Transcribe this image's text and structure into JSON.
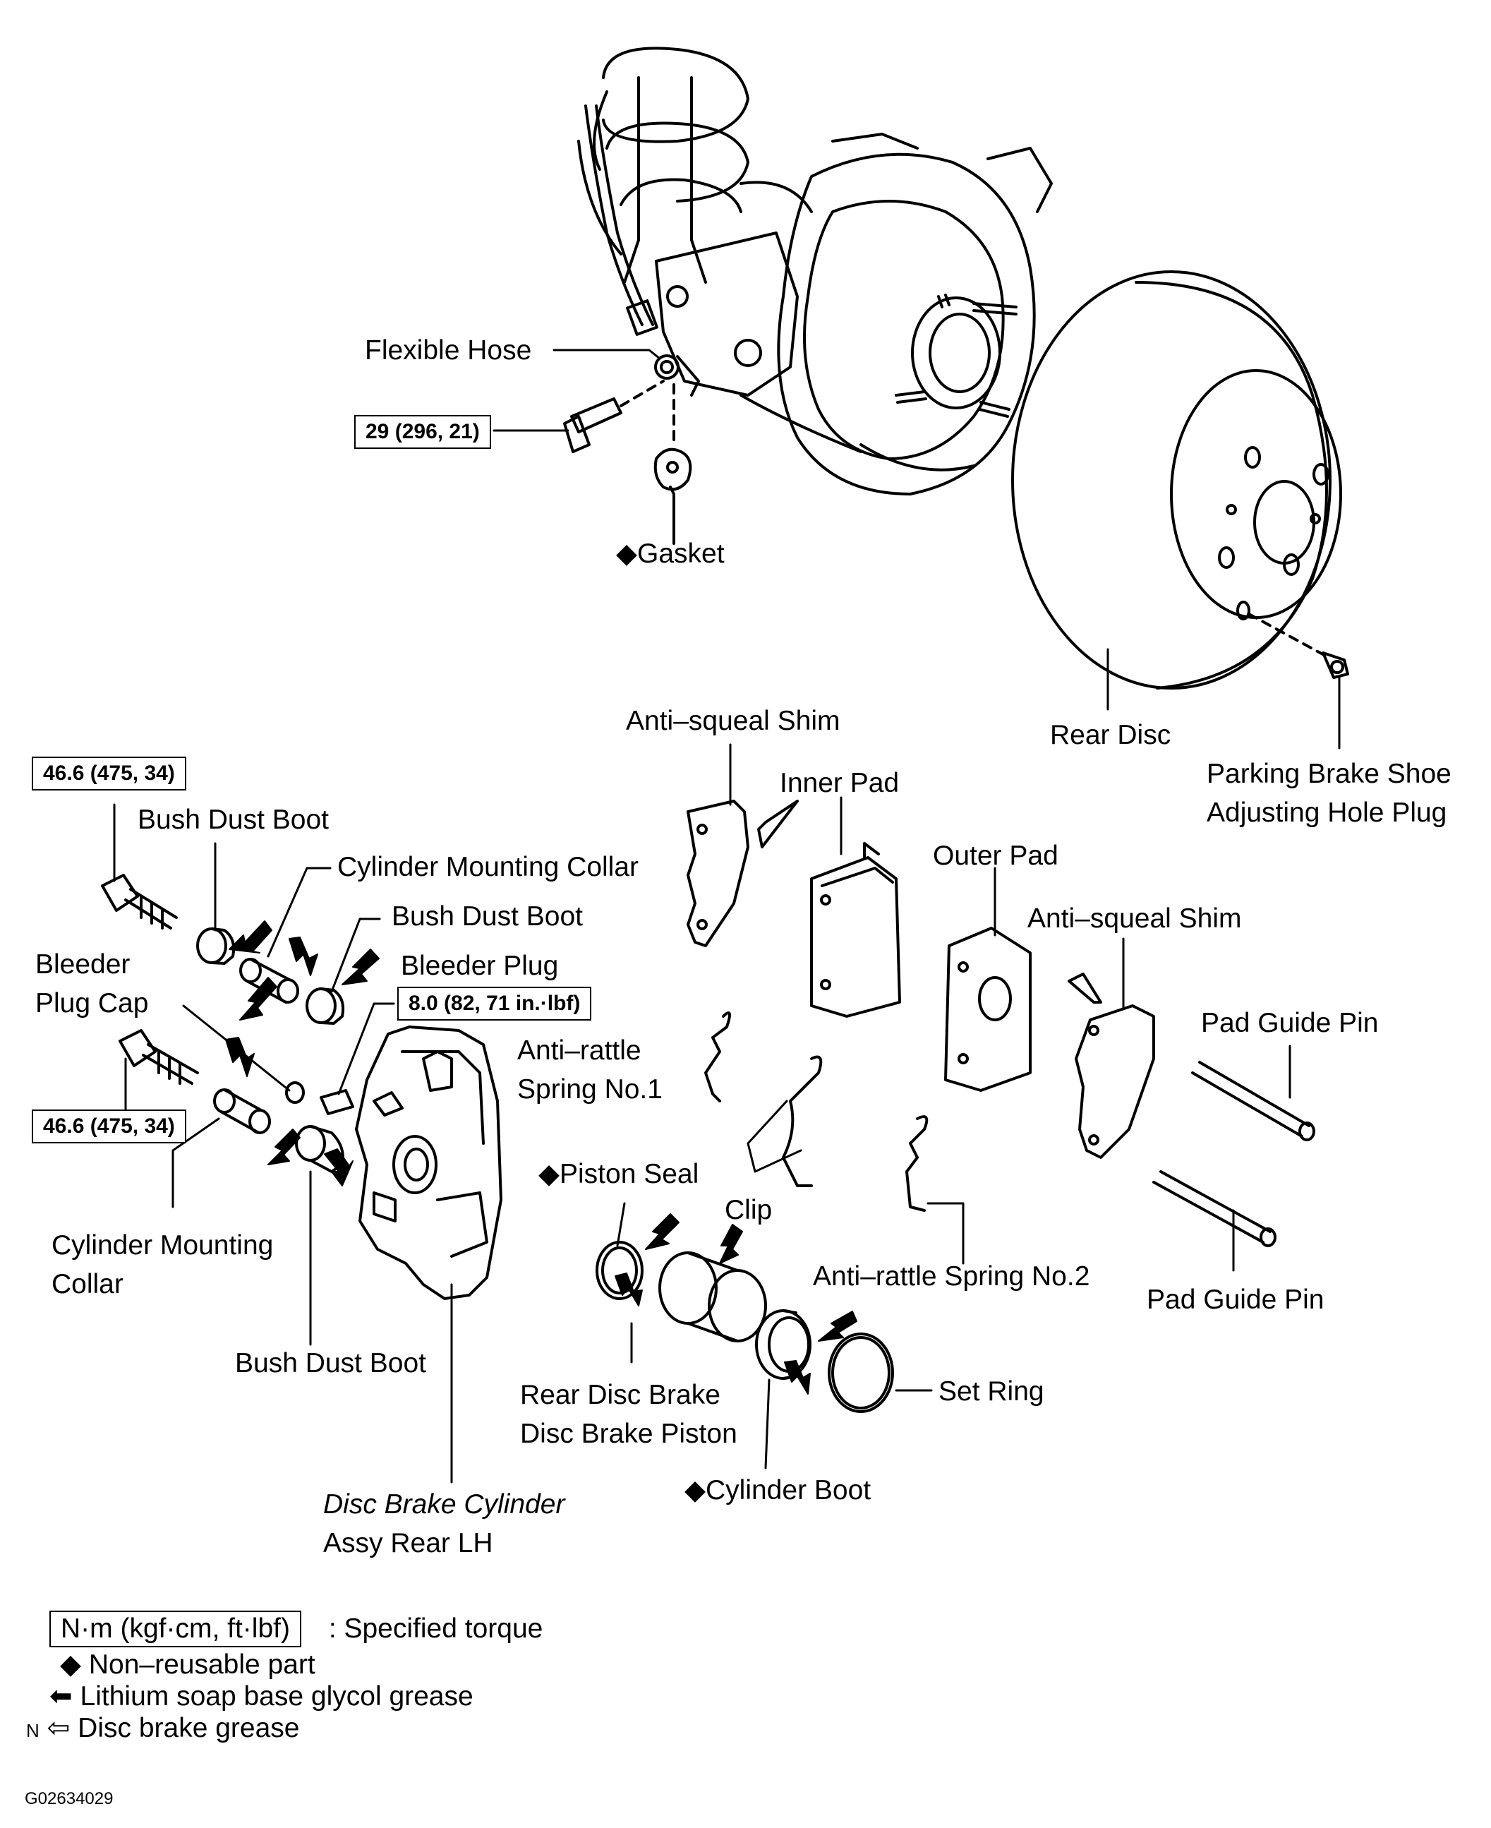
{
  "labels": {
    "flexible_hose": "Flexible Hose",
    "gasket": "Gasket",
    "rear_disc": "Rear Disc",
    "parking_plug_1": "Parking Brake Shoe",
    "parking_plug_2": "Adjusting Hole Plug",
    "anti_squeal_shim_top": "Anti–squeal Shim",
    "inner_pad": "Inner Pad",
    "outer_pad": "Outer Pad",
    "anti_squeal_shim_right": "Anti–squeal Shim",
    "pad_guide_pin_1": "Pad Guide Pin",
    "pad_guide_pin_2": "Pad Guide Pin",
    "bush_dust_boot_1": "Bush Dust Boot",
    "cyl_mount_collar_1": "Cylinder Mounting Collar",
    "bush_dust_boot_2": "Bush Dust Boot",
    "bleeder_plug": "Bleeder Plug",
    "bleeder_cap_1": "Bleeder",
    "bleeder_cap_2": "Plug Cap",
    "anti_rattle_1a": "Anti–rattle",
    "anti_rattle_1b": "Spring No.1",
    "piston_seal": "Piston Seal",
    "clip": "Clip",
    "anti_rattle_2": "Anti–rattle Spring No.2",
    "cyl_mount_collar_2a": "Cylinder Mounting",
    "cyl_mount_collar_2b": "Collar",
    "bush_dust_boot_3": "Bush Dust Boot",
    "piston_1": "Rear Disc Brake",
    "piston_2": "Disc Brake Piston",
    "set_ring": "Set Ring",
    "cylinder_boot": "Cylinder Boot",
    "cyl_assy_1": "Disc Brake Cylinder",
    "cyl_assy_2": "Assy Rear LH"
  },
  "torques": {
    "flexible_hose_bolt": "29 (296, 21)",
    "upper_mount_bolt": "46.6 (475, 34)",
    "bleeder_plug": "8.0 (82, 71 in.·lbf)",
    "lower_mount_bolt": "46.6 (475, 34)"
  },
  "legend": {
    "torque_unit": "N·m (kgf·cm, ft·lbf)",
    "torque_desc": ": Specified torque",
    "non_reusable": "Non–reusable part",
    "lithium": "Lithium soap base glycol grease",
    "disc_grease": "Disc brake grease",
    "n_mark": "N"
  },
  "figure_id": "G02634029",
  "symbols": {
    "non_reusable": "diamond-icon",
    "lithium_grease": "filled-arrow-icon",
    "disc_grease": "hollow-arrow-icon"
  }
}
